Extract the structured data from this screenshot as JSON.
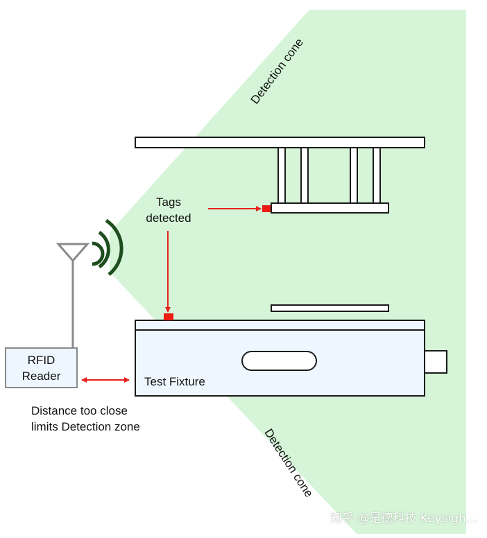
{
  "labels": {
    "detection_cone_top": "Detection cone",
    "detection_cone_bottom": "Detection cone",
    "tags_detected": [
      "Tags",
      "detected"
    ],
    "rfid_reader": [
      "RFID",
      "Reader"
    ],
    "test_fixture": "Test Fixture",
    "distance_note": [
      "Distance too close",
      "limits Detection zone"
    ],
    "watermark": "知乎 @是德科技 Keysigh..."
  },
  "colors": {
    "cone_fill": "#d6f5d8",
    "outline": "#1a1a1a",
    "part_fill": "#ffffff",
    "fixture_fill": "#eef6ff",
    "arrow": "#e8211c",
    "tag": "#ea1c14",
    "antenna": "#8a8a8a",
    "waves": "#1e4d1e"
  }
}
